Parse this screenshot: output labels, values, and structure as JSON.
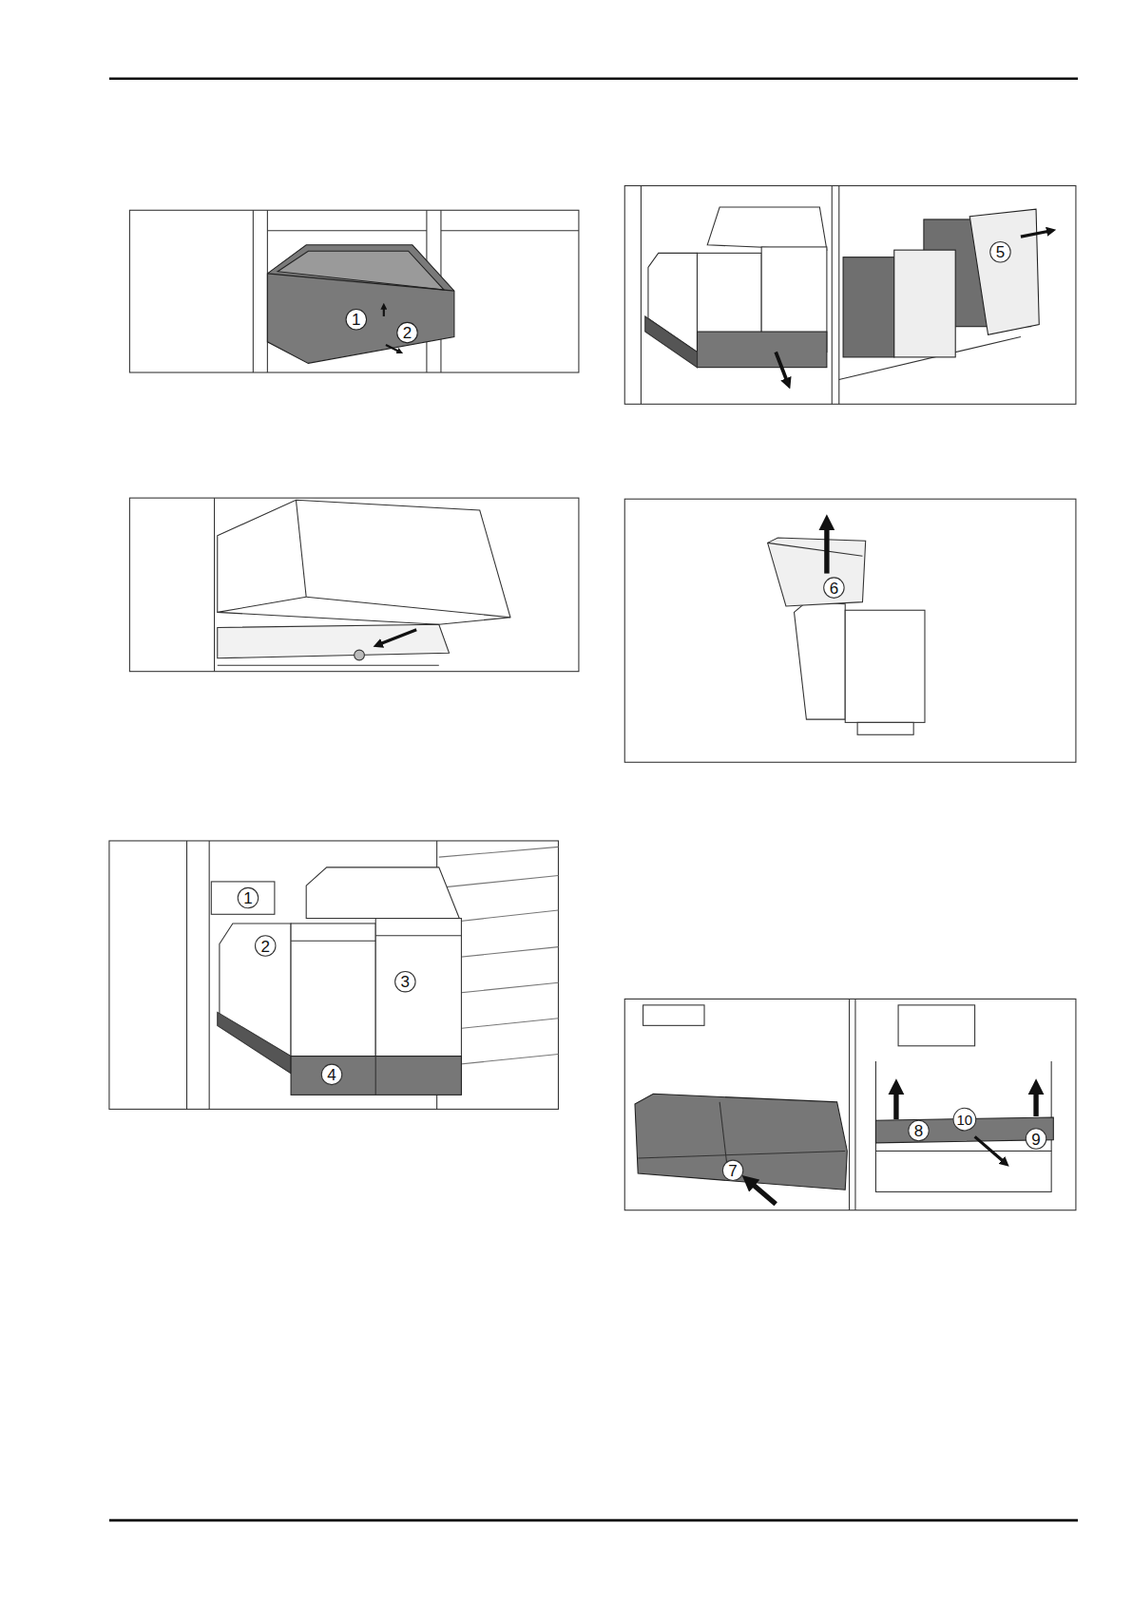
{
  "diagram": {
    "labels": [
      "1",
      "2",
      "1",
      "2",
      "3",
      "4",
      "5",
      "6",
      "7",
      "8",
      "10",
      "9"
    ]
  }
}
